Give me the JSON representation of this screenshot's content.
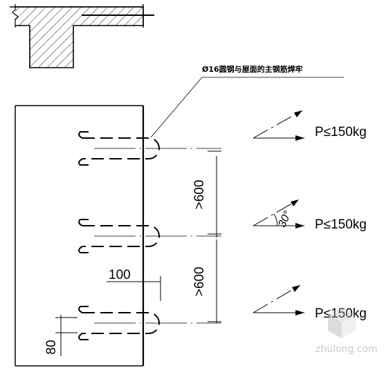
{
  "annotation": {
    "text": "Ø16圆钢与屋面的主钢筋焊牢"
  },
  "loads": [
    {
      "label": "P≤150kg"
    },
    {
      "label": "P≤150kg"
    },
    {
      "label": "P≤150kg"
    }
  ],
  "angle_label": "30°",
  "dimensions": {
    "spacing_upper": ">600",
    "spacing_lower": ">600",
    "offset": "100",
    "bar_gap": "80"
  },
  "watermark": "zhulong.com"
}
